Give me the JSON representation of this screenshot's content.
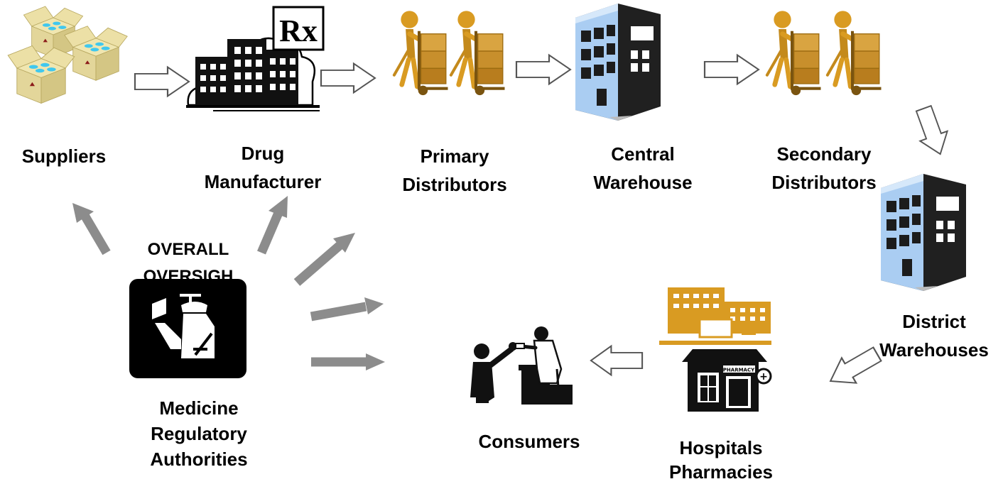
{
  "nodes": {
    "suppliers": {
      "lines": [
        "Suppliers"
      ],
      "icon": "open-boxes-icon"
    },
    "manufacturer": {
      "lines": [
        "Drug",
        "Manufacturer"
      ],
      "icon": "factory-rx-icon",
      "badge": "Rx"
    },
    "primary": {
      "lines": [
        "Primary",
        "Distributors"
      ],
      "icon": "hand-truck-workers-icon"
    },
    "central": {
      "lines": [
        "Central",
        "Warehouse"
      ],
      "icon": "office-building-icon"
    },
    "secondary": {
      "lines": [
        "Secondary",
        "Distributors"
      ],
      "icon": "hand-truck-workers-icon"
    },
    "district": {
      "lines": [
        "District",
        "Warehouses"
      ],
      "icon": "office-building-icon"
    },
    "hospitals": {
      "lines": [
        "Hospitals",
        "Pharmacies"
      ],
      "icon": "hospital-pharmacy-icon",
      "sign": "PHARMACY"
    },
    "consumers": {
      "lines": [
        "Consumers"
      ],
      "icon": "pharmacist-customer-icon"
    },
    "regulator": {
      "lines": [
        "Medicine",
        "Regulatory",
        "Authorities"
      ],
      "icon": "inspector-icon"
    }
  },
  "oversight_label": [
    "OVERALL",
    "OVERSIGH"
  ],
  "colors": {
    "box_tan": "#e3d69a",
    "box_dots": "#40c8ee",
    "gold": "#d99b22",
    "building_blue": "#aacdf2",
    "oversight_arrow": "#8c8c8c",
    "flow_arrow_stroke": "#555555"
  }
}
